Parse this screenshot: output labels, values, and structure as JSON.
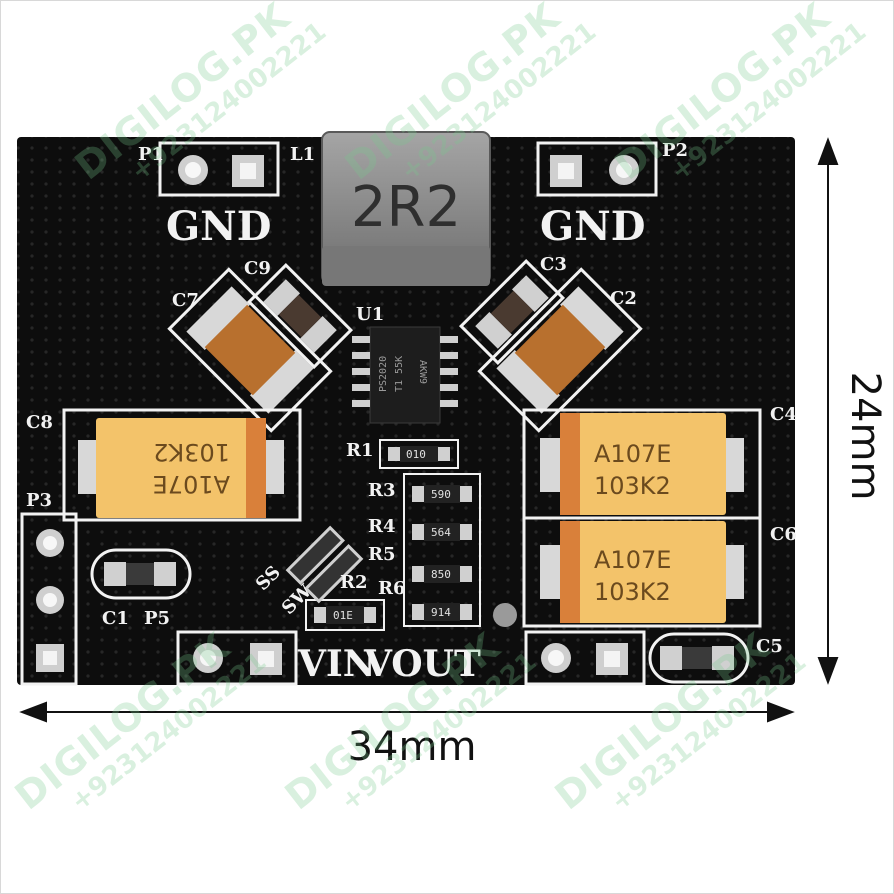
{
  "board": {
    "header_left": "P1",
    "header_right": "P2",
    "inductor_ref": "L1",
    "inductor_marking": "2R2",
    "gnd_left": "GND",
    "gnd_right": "GND",
    "ic_ref": "U1",
    "ic_marking_1": "PS2020",
    "ic_marking_2": "T1 55K",
    "ic_marking_3": "AKW9",
    "cap_labels": {
      "c1": "C1",
      "c2": "C2",
      "c3": "C3",
      "c4": "C4",
      "c5": "C5",
      "c6": "C6",
      "c7": "C7",
      "c8": "C8",
      "c9": "C9"
    },
    "tant_left_line1": "103K2",
    "tant_left_line2": "A107E",
    "tant_right_top_line1": "A107E",
    "tant_right_top_line2": "103K2",
    "tant_right_bottom_line1": "A107E",
    "tant_right_bottom_line2": "103K2",
    "res_labels": {
      "r1": "R1",
      "r2": "R2",
      "r3": "R3",
      "r4": "R4",
      "r5": "R5",
      "r6": "R6"
    },
    "res_markings": {
      "r1": "010",
      "r3": "590",
      "r4": "564",
      "r5": "850",
      "r6": "01E",
      "r7": "914"
    },
    "p3": "P3",
    "p5": "P5",
    "vin": "VIN",
    "vout": "VOUT",
    "sw_labels": [
      "SS",
      "SW"
    ]
  },
  "dimensions": {
    "width_label": "34mm",
    "height_label": "24mm"
  },
  "watermark": {
    "brand": "DIGILOG.PK",
    "phone": "+923124002221"
  },
  "colors": {
    "pcb": "#0d0d0d",
    "silkscreen": "#f2f2f2",
    "tantalum": "#f3c36a",
    "tantalum_band": "#d9803a",
    "ceramic": "#b8702e",
    "pad": "#c9c9c9",
    "inductor": "#8d8d8d"
  }
}
